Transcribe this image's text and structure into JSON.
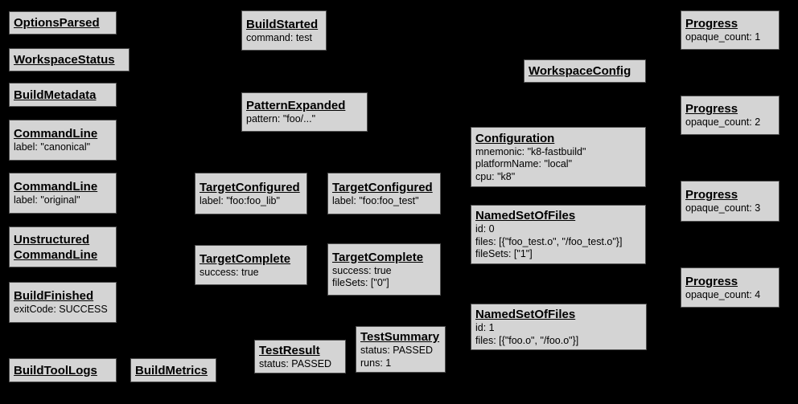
{
  "colors": {
    "background": "#000000",
    "node_fill": "#d4d4d4",
    "node_border": "#4f4f4f",
    "text": "#000000"
  },
  "nodes": [
    {
      "title": "OptionsParsed",
      "lines": []
    },
    {
      "title": "WorkspaceStatus",
      "lines": []
    },
    {
      "title": "BuildMetadata",
      "lines": []
    },
    {
      "title": "CommandLine",
      "lines": [
        "label: \"canonical\""
      ]
    },
    {
      "title": "CommandLine",
      "lines": [
        "label: \"original\""
      ]
    },
    {
      "title": "Unstructured",
      "title2": "CommandLine",
      "lines": []
    },
    {
      "title": "BuildFinished",
      "lines": [
        "exitCode: SUCCESS"
      ]
    },
    {
      "title": "BuildToolLogs",
      "lines": []
    },
    {
      "title": "BuildMetrics",
      "lines": []
    },
    {
      "title": "BuildStarted",
      "lines": [
        "command: test"
      ]
    },
    {
      "title": "PatternExpanded",
      "lines": [
        "pattern: \"foo/...\""
      ]
    },
    {
      "title": "TargetConfigured",
      "lines": [
        "label: \"foo:foo_lib\""
      ]
    },
    {
      "title": "TargetConfigured",
      "lines": [
        "label: \"foo:foo_test\""
      ]
    },
    {
      "title": "TargetComplete",
      "lines": [
        "success: true"
      ]
    },
    {
      "title": "TargetComplete",
      "lines": [
        "success: true",
        "fileSets: [\"0\"]"
      ]
    },
    {
      "title": "TestResult",
      "lines": [
        "status: PASSED"
      ]
    },
    {
      "title": "TestSummary",
      "lines": [
        "status: PASSED",
        "runs: 1"
      ]
    },
    {
      "title": "WorkspaceConfig",
      "lines": []
    },
    {
      "title": "Configuration",
      "lines": [
        "mnemonic: \"k8-fastbuild\"",
        "platformName: \"local\"",
        "cpu: \"k8\""
      ]
    },
    {
      "title": "NamedSetOfFiles",
      "lines": [
        "id: 0",
        "files: [{\"foo_test.o\", \"/foo_test.o\"}]",
        "fileSets: [\"1\"]"
      ]
    },
    {
      "title": "NamedSetOfFiles",
      "lines": [
        "id: 1",
        "files: [{\"foo.o\", \"/foo.o\"}]"
      ]
    },
    {
      "title": "Progress",
      "lines": [
        "opaque_count: 1"
      ]
    },
    {
      "title": "Progress",
      "lines": [
        "opaque_count: 2"
      ]
    },
    {
      "title": "Progress",
      "lines": [
        "opaque_count: 3"
      ]
    },
    {
      "title": "Progress",
      "lines": [
        "opaque_count: 4"
      ]
    }
  ]
}
